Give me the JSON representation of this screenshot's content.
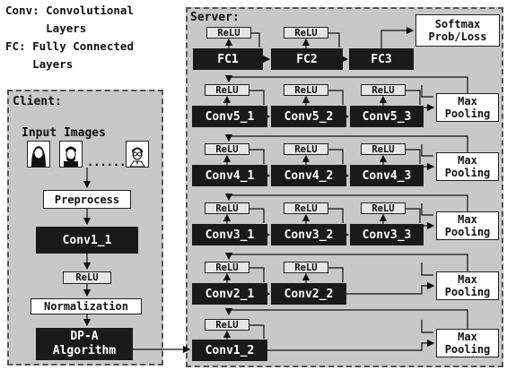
{
  "legend": {
    "conv": "Conv: Convolutional\n      Layers",
    "fc": "FC: Fully Connected\n    Layers"
  },
  "client": {
    "title": "Client:",
    "input_images": "Input Images",
    "dots": "......",
    "preprocess": "Preprocess",
    "conv1_1": "Conv1_1",
    "relu": "ReLU",
    "normalization": "Normalization",
    "dpa": "DP-A\nAlgorithm"
  },
  "server": {
    "title": "Server:",
    "relu": "ReLU",
    "fc1": "FC1",
    "fc2": "FC2",
    "fc3": "FC3",
    "softmax": "Softmax\nProb/Loss",
    "max_pooling": "Max\nPooling",
    "conv5_1": "Conv5_1",
    "conv5_2": "Conv5_2",
    "conv5_3": "Conv5_3",
    "conv4_1": "Conv4_1",
    "conv4_2": "Conv4_2",
    "conv4_3": "Conv4_3",
    "conv3_1": "Conv3_1",
    "conv3_2": "Conv3_2",
    "conv3_3": "Conv3_3",
    "conv2_1": "Conv2_1",
    "conv2_2": "Conv2_2",
    "conv1_2": "Conv1_2"
  },
  "colors": {
    "block": "#1a1a1a",
    "panel": "#c8c8c8"
  }
}
